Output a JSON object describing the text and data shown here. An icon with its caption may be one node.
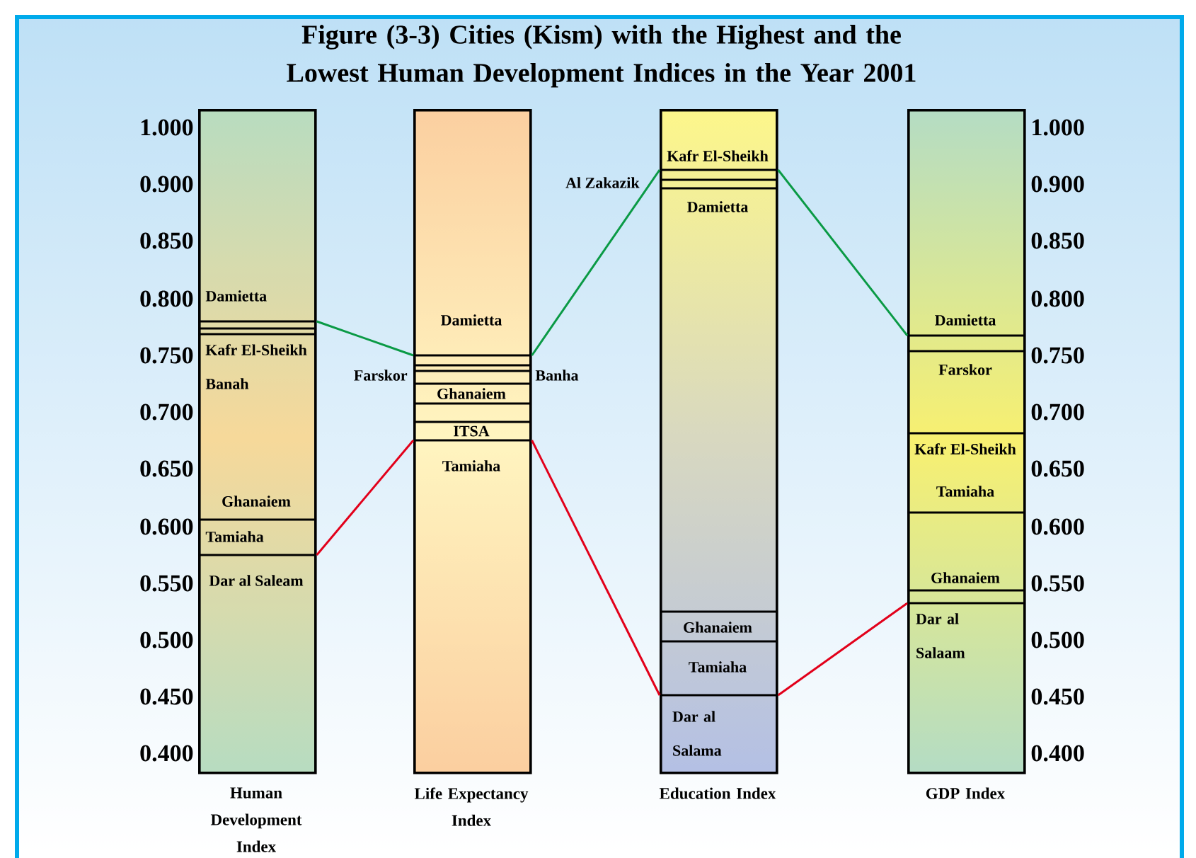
{
  "diagram": {
    "title": "Figure (3-3) Cities (Kism) with the Highest and the Lowest Human Development Indices in the Year 2001",
    "nodes": [
      {
        "text": [
          "Damietta",
          "Kafr El-Sheikh",
          "Banah",
          "Ghanaiem",
          "Tamiaha",
          "Dar al Saleam",
          "Human Development Index"
        ]
      },
      {
        "text": [
          "Damietta",
          "Ghanaiem",
          "ITSA",
          "Tamiaha",
          "Life Expectancy Index"
        ],
        "beside": [
          "Farskor",
          "Banha"
        ]
      },
      {
        "text": [
          "Kafr El-Sheikh",
          "Damietta",
          "Ghanaiem",
          "Tamiaha",
          "Dar al Salama",
          "Education Index"
        ],
        "beside": [
          "Al Zakazik"
        ]
      },
      {
        "text": [
          "Damietta",
          "Farskor",
          "Kafr El-Sheikh",
          "Tamiaha",
          "Ghanaiem",
          "Dar al Salaam",
          "GDP Index"
        ]
      }
    ],
    "edges": [
      {
        "from": 0,
        "to": 1,
        "arrow": "none",
        "color": "#0a9a45"
      },
      {
        "from": 1,
        "to": 2,
        "arrow": "none",
        "color": "#0a9a45"
      },
      {
        "from": 2,
        "to": 3,
        "arrow": "none",
        "color": "#0a9a45"
      },
      {
        "from": 0,
        "to": 1,
        "arrow": "none",
        "color": "#e2001a"
      },
      {
        "from": 1,
        "to": 2,
        "arrow": "none",
        "color": "#e2001a"
      },
      {
        "from": 2,
        "to": 3,
        "arrow": "none",
        "color": "#e2001a"
      }
    ],
    "labels": [
      "1.000",
      "0.900",
      "0.850",
      "0.800",
      "0.750",
      "0.700",
      "0.650",
      "0.600",
      "0.550",
      "0.500",
      "0.450",
      "0.400",
      "1.000",
      "0.900",
      "0.850",
      "0.800",
      "0.750",
      "0.700",
      "0.650",
      "0.600",
      "0.550",
      "0.500",
      "0.450",
      "0.400"
    ]
  }
}
